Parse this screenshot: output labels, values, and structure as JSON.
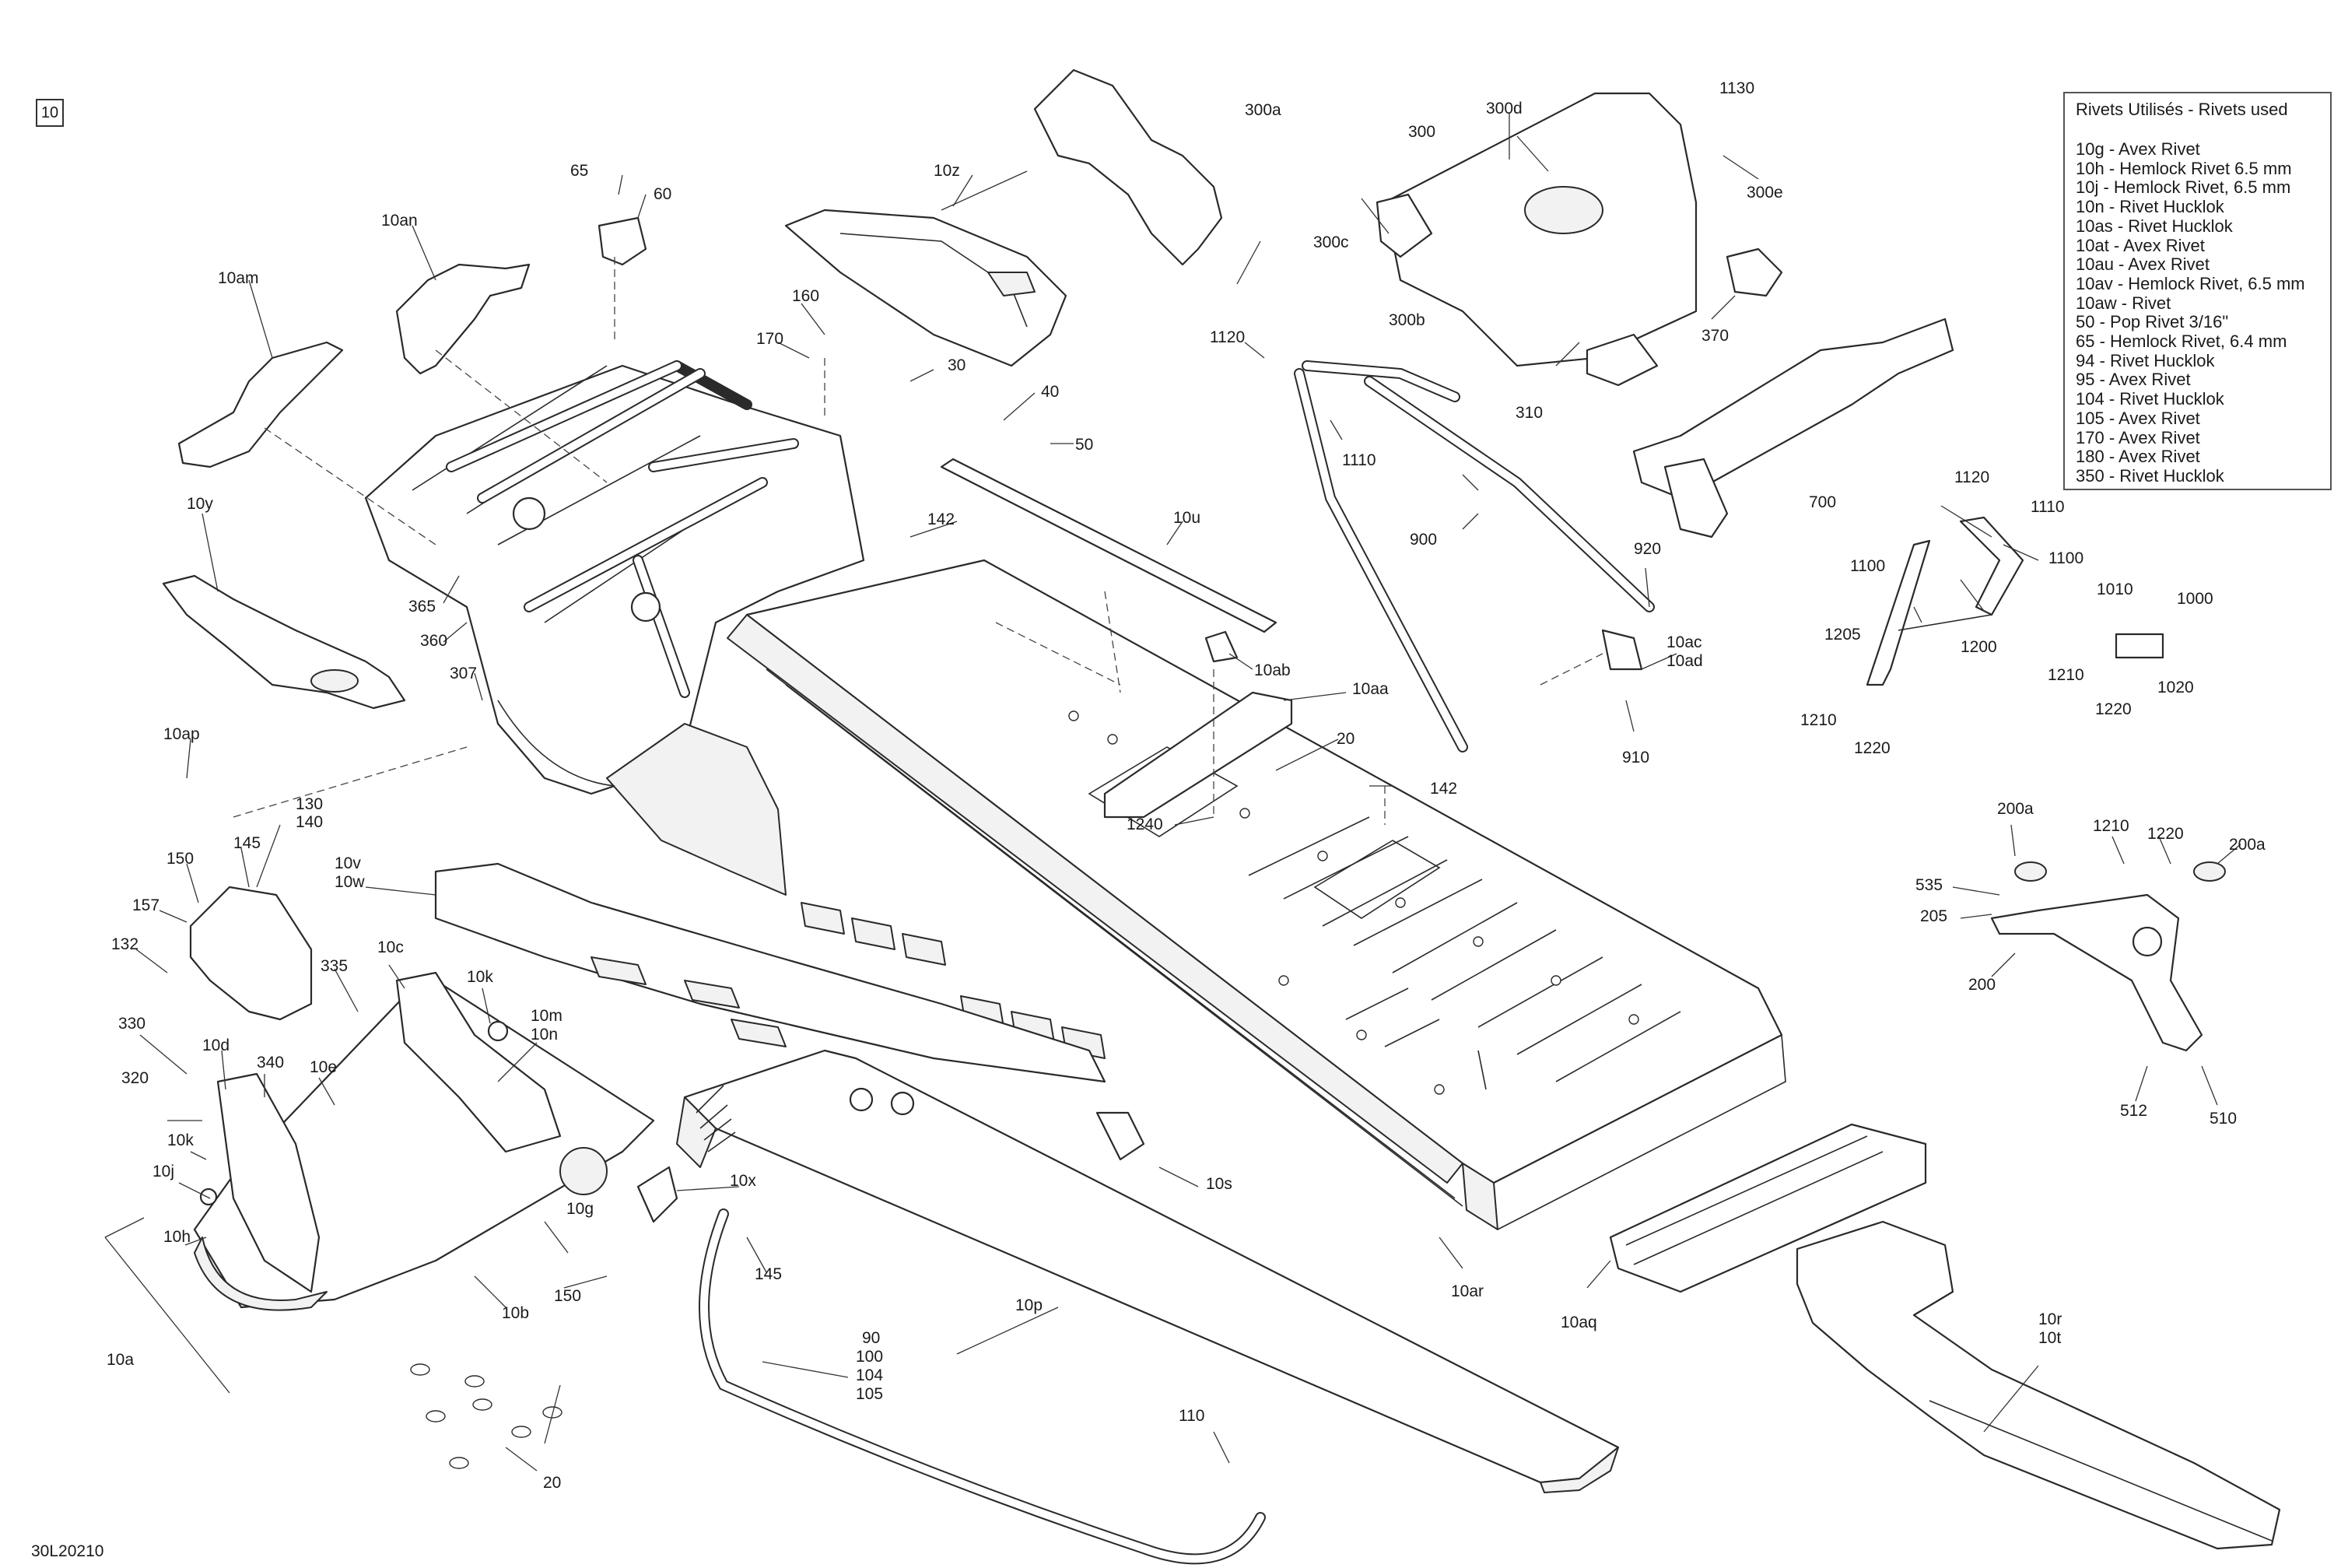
{
  "page_number": "10",
  "drawing_code": "30L20210",
  "legend": {
    "title": "Rivets Utilisés - Rivets used",
    "items": [
      "10g - Avex Rivet",
      "10h - Hemlock Rivet 6.5 mm",
      "10j - Hemlock Rivet, 6.5 mm",
      "10n - Rivet Hucklok",
      "10as - Rivet Hucklok",
      "10at - Avex Rivet",
      "10au - Avex Rivet",
      "10av - Hemlock Rivet, 6.5 mm",
      "10aw - Rivet",
      "50 - Pop Rivet 3/16\"",
      "65 - Hemlock Rivet, 6.4 mm",
      "94 - Rivet Hucklok",
      "95 - Avex Rivet",
      "104 - Rivet Hucklok",
      "105 - Avex Rivet",
      "170 - Avex Rivet",
      "180 - Avex Rivet",
      "350 - Rivet Hucklok"
    ]
  },
  "callouts": [
    {
      "id": "c-1130",
      "text": "1130"
    },
    {
      "id": "c-300a",
      "text": "300a"
    },
    {
      "id": "c-300d",
      "text": "300d"
    },
    {
      "id": "c-300",
      "text": "300"
    },
    {
      "id": "c-300e",
      "text": "300e"
    },
    {
      "id": "c-300c",
      "text": "300c"
    },
    {
      "id": "c-300b",
      "text": "300b"
    },
    {
      "id": "c-370",
      "text": "370"
    },
    {
      "id": "c-310",
      "text": "310"
    },
    {
      "id": "c-1120a",
      "text": "1120"
    },
    {
      "id": "c-1110a",
      "text": "1110"
    },
    {
      "id": "c-900",
      "text": "900"
    },
    {
      "id": "c-700",
      "text": "700"
    },
    {
      "id": "c-920",
      "text": "920"
    },
    {
      "id": "c-10ac",
      "text": "10ac"
    },
    {
      "id": "c-10ad",
      "text": "10ad"
    },
    {
      "id": "c-910",
      "text": "910"
    },
    {
      "id": "c-1120b",
      "text": "1120"
    },
    {
      "id": "c-1110b",
      "text": "1110"
    },
    {
      "id": "c-1100a",
      "text": "1100"
    },
    {
      "id": "c-1100b",
      "text": "1100"
    },
    {
      "id": "c-1205",
      "text": "1205"
    },
    {
      "id": "c-1200",
      "text": "1200"
    },
    {
      "id": "c-1210a",
      "text": "1210"
    },
    {
      "id": "c-1220a",
      "text": "1220"
    },
    {
      "id": "c-1010",
      "text": "1010"
    },
    {
      "id": "c-1000",
      "text": "1000"
    },
    {
      "id": "c-1210b",
      "text": "1210"
    },
    {
      "id": "c-1020",
      "text": "1020"
    },
    {
      "id": "c-1220b",
      "text": "1220"
    },
    {
      "id": "c-10z",
      "text": "10z"
    },
    {
      "id": "c-65",
      "text": "65"
    },
    {
      "id": "c-60",
      "text": "60"
    },
    {
      "id": "c-10an",
      "text": "10an"
    },
    {
      "id": "c-10am",
      "text": "10am"
    },
    {
      "id": "c-160",
      "text": "160"
    },
    {
      "id": "c-170",
      "text": "170"
    },
    {
      "id": "c-30",
      "text": "30"
    },
    {
      "id": "c-40",
      "text": "40"
    },
    {
      "id": "c-50",
      "text": "50"
    },
    {
      "id": "c-142a",
      "text": "142"
    },
    {
      "id": "c-10u",
      "text": "10u"
    },
    {
      "id": "c-10y",
      "text": "10y"
    },
    {
      "id": "c-365",
      "text": "365"
    },
    {
      "id": "c-360",
      "text": "360"
    },
    {
      "id": "c-307",
      "text": "307"
    },
    {
      "id": "c-10ap",
      "text": "10ap"
    },
    {
      "id": "c-10ab",
      "text": "10ab"
    },
    {
      "id": "c-10aa",
      "text": "10aa"
    },
    {
      "id": "c-20a",
      "text": "20"
    },
    {
      "id": "c-142b",
      "text": "142"
    },
    {
      "id": "c-1240",
      "text": "1240"
    },
    {
      "id": "c-130",
      "text": "130"
    },
    {
      "id": "c-140",
      "text": "140"
    },
    {
      "id": "c-145a",
      "text": "145"
    },
    {
      "id": "c-150a",
      "text": "150"
    },
    {
      "id": "c-157",
      "text": "157"
    },
    {
      "id": "c-132",
      "text": "132"
    },
    {
      "id": "c-10v",
      "text": "10v"
    },
    {
      "id": "c-10w",
      "text": "10w"
    },
    {
      "id": "c-335",
      "text": "335"
    },
    {
      "id": "c-10c",
      "text": "10c"
    },
    {
      "id": "c-10k-a",
      "text": "10k"
    },
    {
      "id": "c-10m",
      "text": "10m"
    },
    {
      "id": "c-10n",
      "text": "10n"
    },
    {
      "id": "c-330",
      "text": "330"
    },
    {
      "id": "c-10d",
      "text": "10d"
    },
    {
      "id": "c-340",
      "text": "340"
    },
    {
      "id": "c-10e",
      "text": "10e"
    },
    {
      "id": "c-320",
      "text": "320"
    },
    {
      "id": "c-10k-b",
      "text": "10k"
    },
    {
      "id": "c-10j",
      "text": "10j"
    },
    {
      "id": "c-10h",
      "text": "10h"
    },
    {
      "id": "c-10g",
      "text": "10g"
    },
    {
      "id": "c-10x",
      "text": "10x"
    },
    {
      "id": "c-150b",
      "text": "150"
    },
    {
      "id": "c-10b",
      "text": "10b"
    },
    {
      "id": "c-145b",
      "text": "145"
    },
    {
      "id": "c-10a",
      "text": "10a"
    },
    {
      "id": "c-20b",
      "text": "20"
    },
    {
      "id": "c-10p",
      "text": "10p"
    },
    {
      "id": "c-90",
      "text": "90"
    },
    {
      "id": "c-100",
      "text": "100"
    },
    {
      "id": "c-104",
      "text": "104"
    },
    {
      "id": "c-105",
      "text": "105"
    },
    {
      "id": "c-110",
      "text": "110"
    },
    {
      "id": "c-10s",
      "text": "10s"
    },
    {
      "id": "c-10ar",
      "text": "10ar"
    },
    {
      "id": "c-10aq",
      "text": "10aq"
    },
    {
      "id": "c-10r",
      "text": "10r"
    },
    {
      "id": "c-10t",
      "text": "10t"
    },
    {
      "id": "c-200a-1",
      "text": "200a"
    },
    {
      "id": "c-200a-2",
      "text": "200a"
    },
    {
      "id": "c-1210c",
      "text": "1210"
    },
    {
      "id": "c-1220c",
      "text": "1220"
    },
    {
      "id": "c-535",
      "text": "535"
    },
    {
      "id": "c-205",
      "text": "205"
    },
    {
      "id": "c-200",
      "text": "200"
    },
    {
      "id": "c-512",
      "text": "512"
    },
    {
      "id": "c-510",
      "text": "510"
    }
  ]
}
